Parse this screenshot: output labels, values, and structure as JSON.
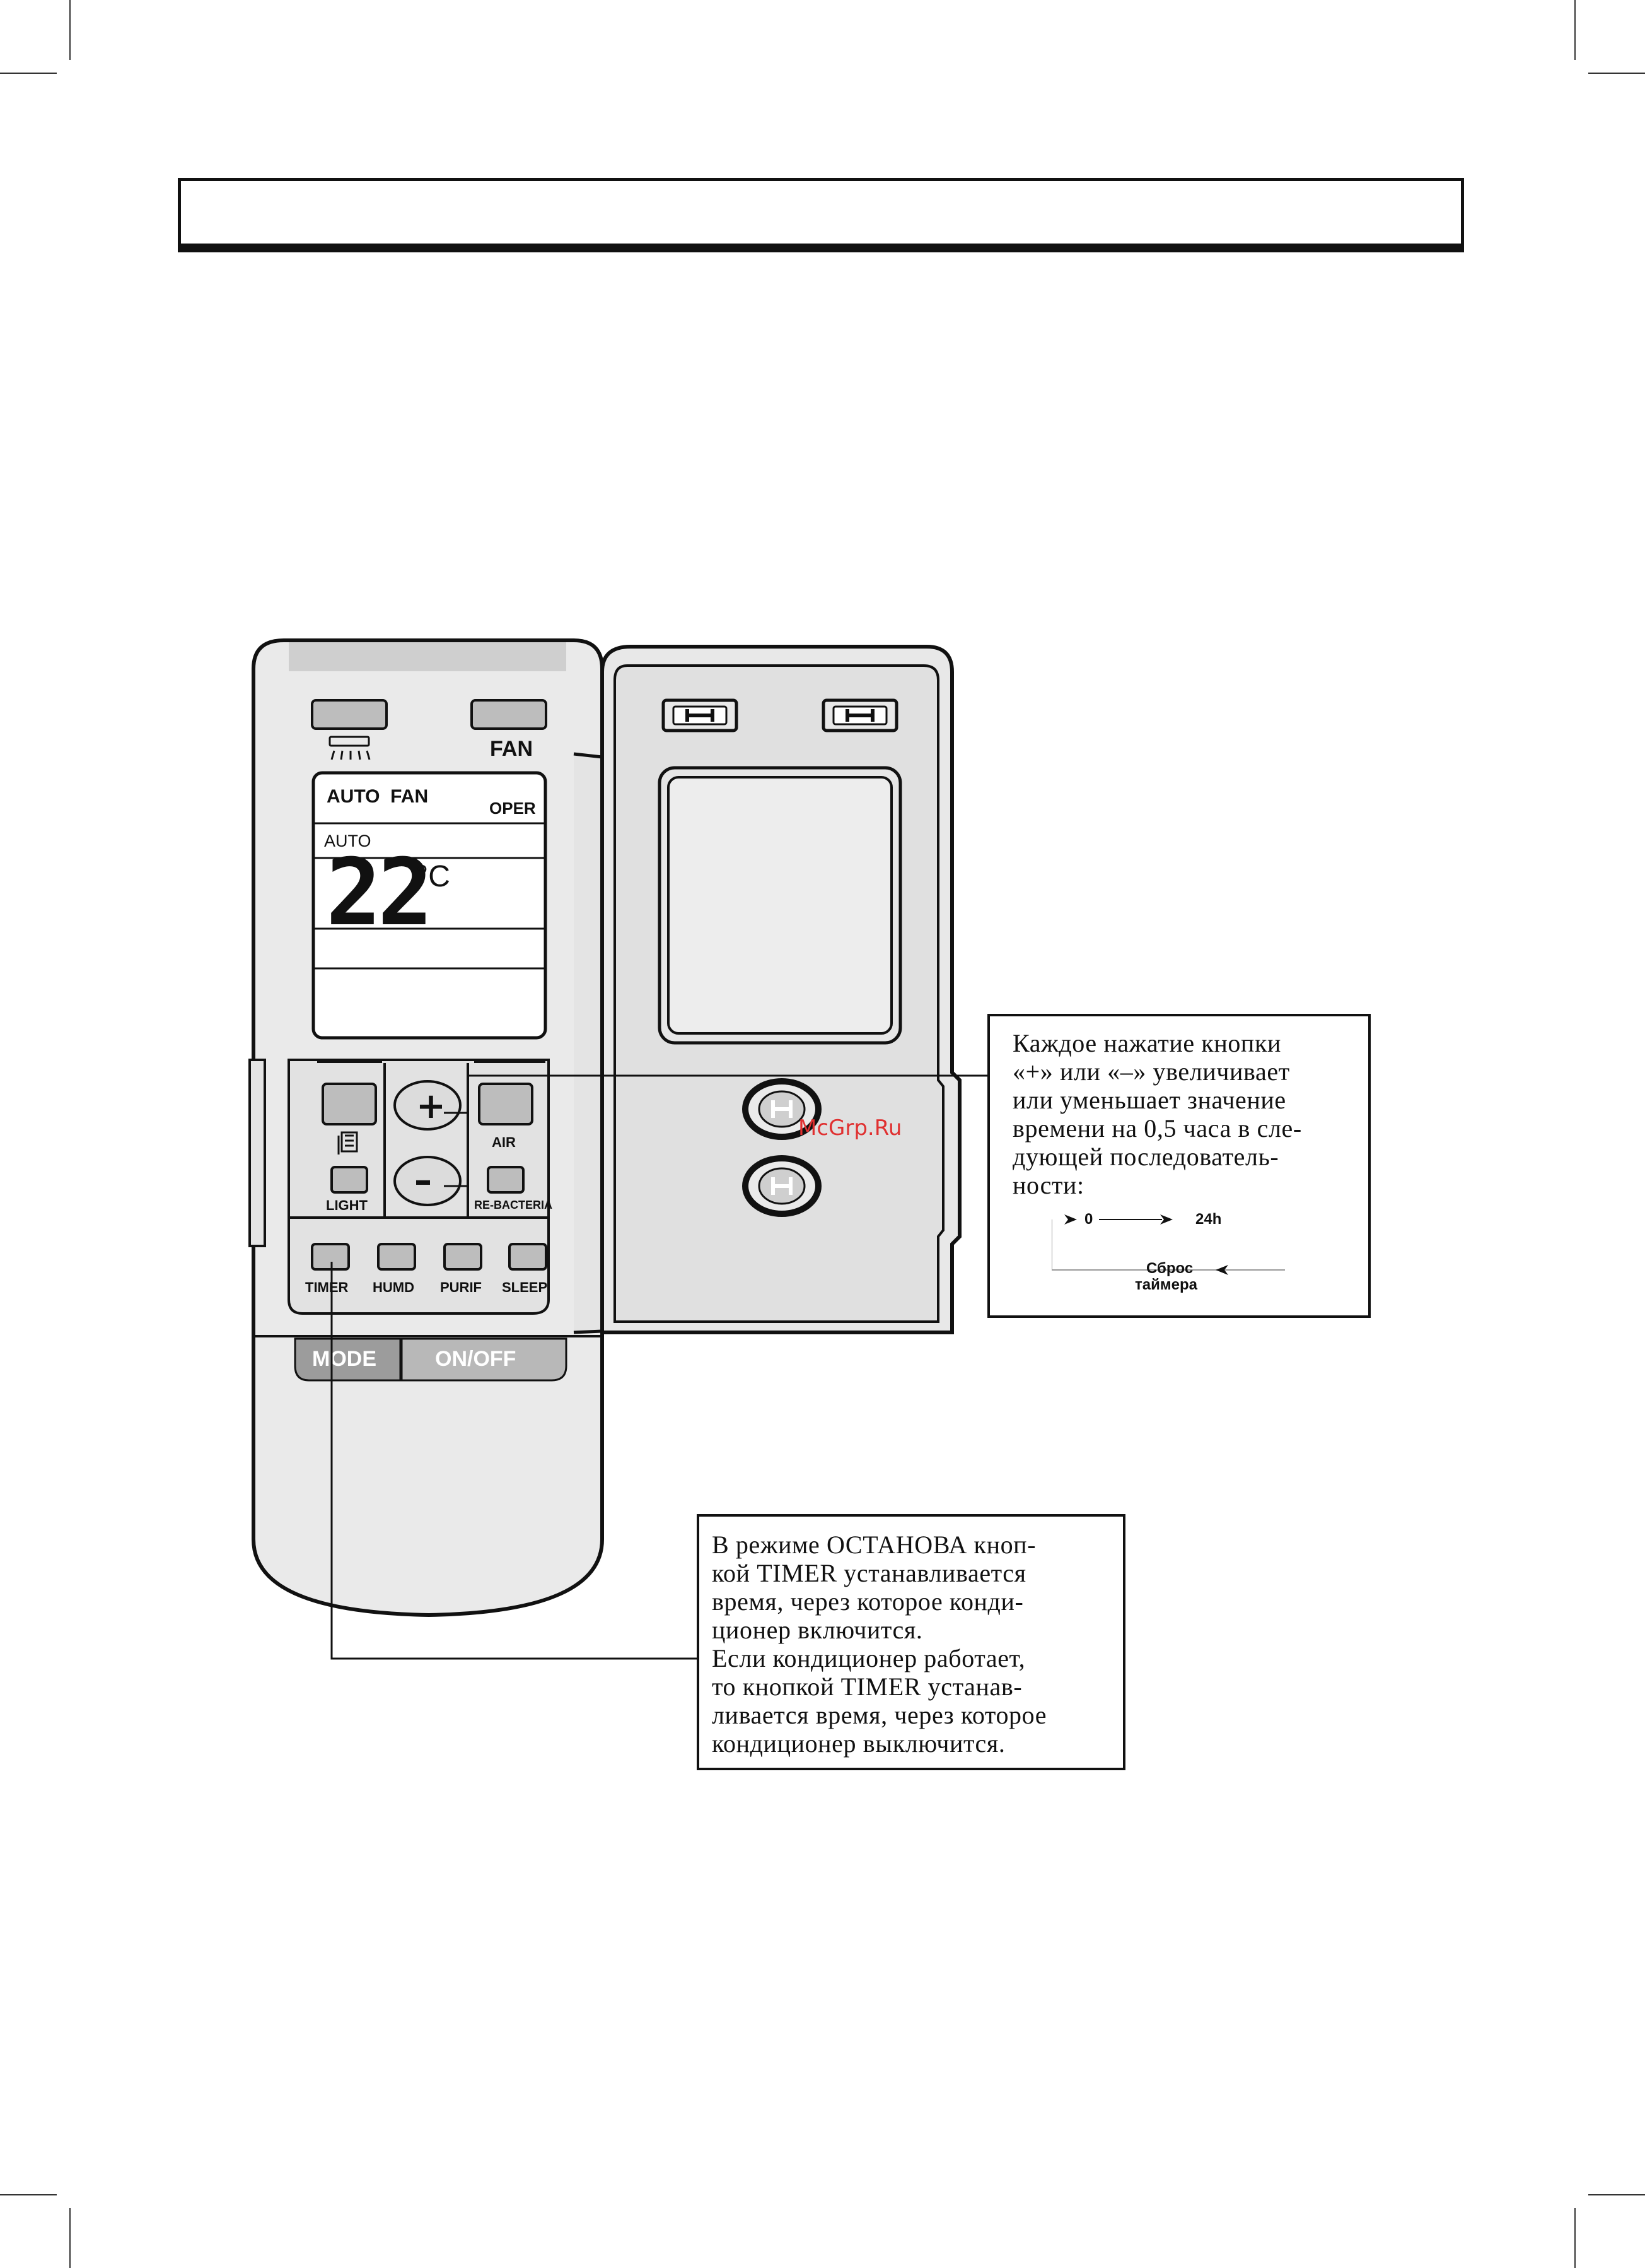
{
  "watermark": "McGrp.Ru",
  "remote": {
    "top_button_right_label": "FAN",
    "display": {
      "mode_text": "AUTO  FAN",
      "oper_text": "OPER",
      "auto_text": "AUTO",
      "temperature": "22",
      "unit": "°C"
    },
    "buttons": {
      "light": "LIGHT",
      "air": "AIR",
      "rebacteria": "RE-BACTERIA",
      "plus": "+",
      "minus": "–",
      "timer": "TIMER",
      "humd": "HUMD",
      "purif": "PURIF",
      "sleep": "SLEEP",
      "mode": "MODE",
      "onoff": "ON/OFF"
    },
    "lid_button_glyph": "H"
  },
  "callouts": {
    "plus_minus": {
      "lines": [
        "Каждое нажатие кнопки",
        "«+» или «–» увеличивает",
        "или уменьшает значение",
        "времени на 0,5 часа в сле-",
        "дующей последователь-",
        "ности:"
      ],
      "sequence": {
        "start": "0",
        "end": "24h",
        "reset_line1": "Сброс",
        "reset_line2": "таймера"
      }
    },
    "timer": {
      "lines": [
        "В режиме ОСТАНОВА кноп-",
        "кой TIMER устанавливается",
        "время, через которое конди-",
        "ционер включится.",
        "Если кондиционер работает,",
        "то кнопкой TIMER устанав-",
        "ливается время, через которое",
        "кондиционер выключится."
      ]
    }
  }
}
